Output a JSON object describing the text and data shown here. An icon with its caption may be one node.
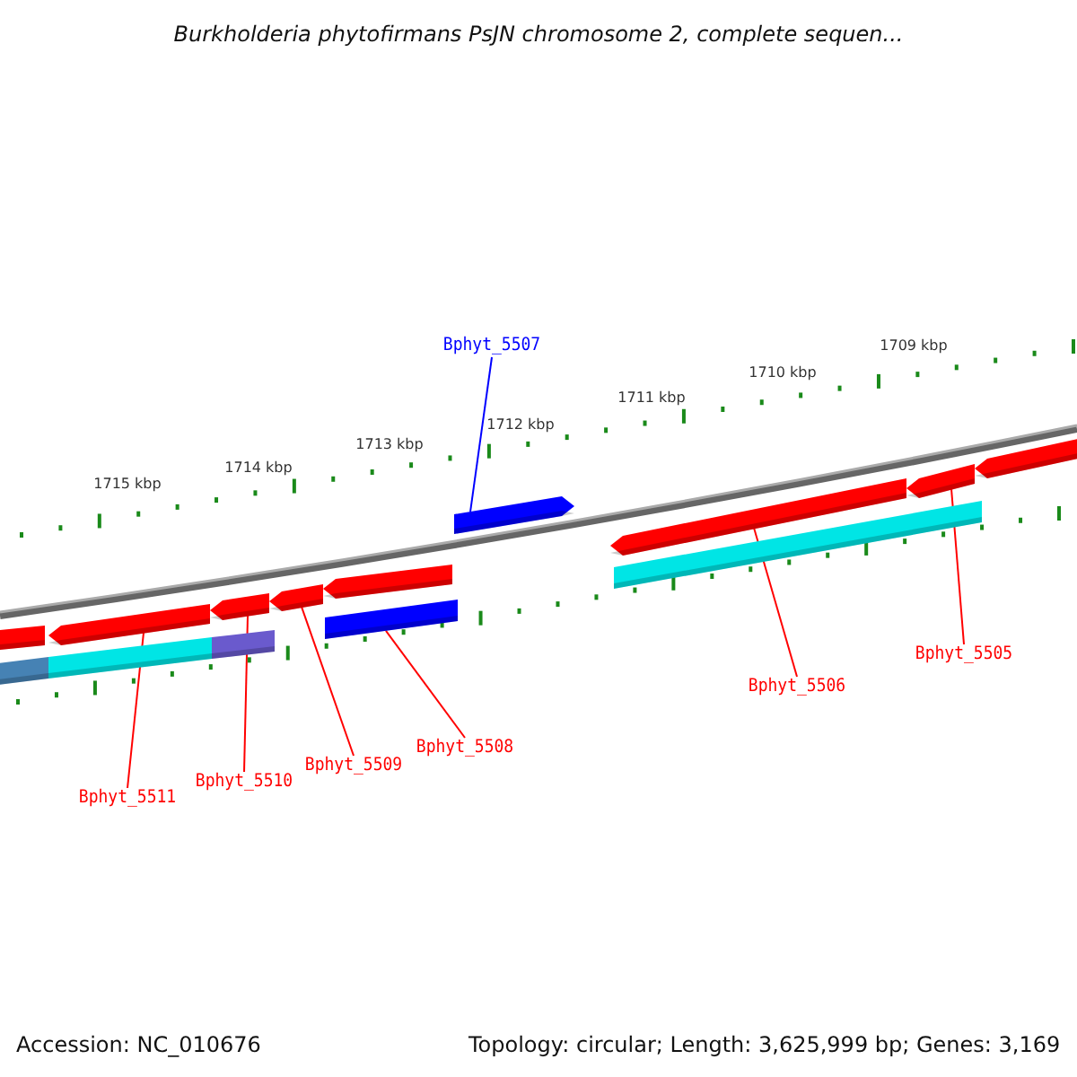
{
  "diagram": {
    "title": "Burkholderia phytofirmans PsJN chromosome 2, complete sequen...",
    "nodes": [
      {
        "text": [
          "Bphyt_5507"
        ]
      },
      {
        "text": [
          "Bphyt_5505"
        ]
      },
      {
        "text": [
          "Bphyt_5506"
        ]
      },
      {
        "text": [
          "Bphyt_5508"
        ]
      },
      {
        "text": [
          "Bphyt_5509"
        ]
      },
      {
        "text": [
          "Bphyt_5510"
        ]
      },
      {
        "text": [
          "Bphyt_5511"
        ]
      },
      {
        "text": [],
        "shape": "bar"
      },
      {
        "text": [],
        "shape": "bar"
      },
      {
        "text": [],
        "shape": "bar"
      },
      {
        "text": [],
        "shape": "bar"
      },
      {
        "text": [],
        "shape": "bar"
      },
      {
        "text": [],
        "shape": "bar"
      },
      {
        "text": [],
        "shape": "bar"
      }
    ],
    "edges": [
      {
        "from": 0,
        "to": 7,
        "arrow": "none",
        "color": "#0000ff"
      },
      {
        "from": 1,
        "to": 8,
        "arrow": "none"
      },
      {
        "from": 2,
        "to": 9,
        "arrow": "none"
      },
      {
        "from": 3,
        "to": 10,
        "arrow": "none"
      },
      {
        "from": 4,
        "to": 11,
        "arrow": "none"
      },
      {
        "from": 5,
        "to": 12,
        "arrow": "none"
      },
      {
        "from": 6,
        "to": 13,
        "arrow": "none"
      }
    ],
    "labels": [
      "1709 kbp",
      "1710 kbp",
      "1711 kbp",
      "1712 kbp",
      "1713 kbp",
      "1714 kbp",
      "1715 kbp",
      "Accession: NC_010676",
      "Topology: circular; Length: 3,625,999 bp; Genes: 3,169"
    ]
  }
}
